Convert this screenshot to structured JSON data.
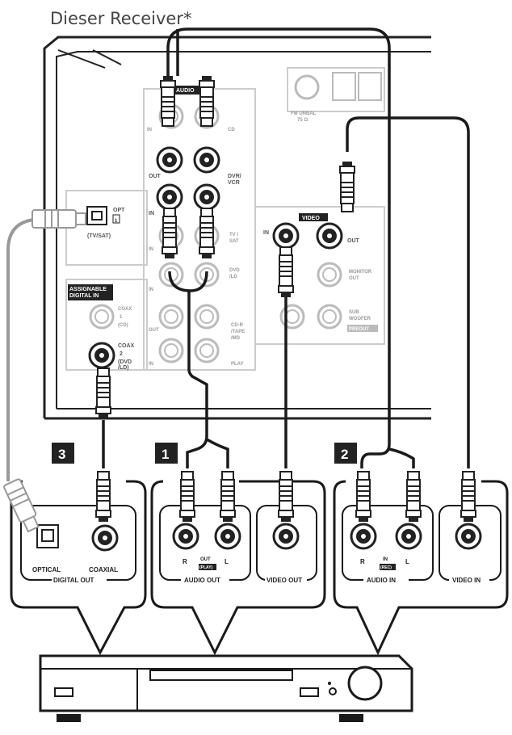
{
  "title": "Dieser Receiver*",
  "receiver": {
    "audio_header": "AUDIO",
    "video_header": "VIDEO",
    "assignable_header": "ASSIGNABLE\nDIGITAL IN",
    "labels": {
      "in": "IN",
      "out": "OUT",
      "cd": "CD",
      "dvd_vcr": "DVR/\nVCR",
      "tv_sat": "TV /\nSAT",
      "dvd_ld": "DVD\n/LD",
      "cd_r": "CD-R\n/TAPE\n/MD",
      "play": "PLAY",
      "opt": "OPT",
      "opt_num": "1",
      "opt_sub": "(TV/SAT)",
      "coax1": "COAX",
      "coax1_num": "1",
      "coax1_sub": "(CD)",
      "coax2": "COAX",
      "coax2_num": "2",
      "coax2_sub": "(DVD\n/LD)",
      "fm": "FM UNBAL\n75 Ω",
      "video_in": "IN",
      "video_out": "OUT",
      "monitor_out": "MONITOR\nOUT",
      "sub_woofer": "SUB\nWOOFER",
      "preout": "PREOUT"
    }
  },
  "panels": [
    {
      "number": "3",
      "jacks": [
        {
          "label": "OPTICAL"
        },
        {
          "label": "COAXIAL"
        }
      ],
      "caption": "DIGITAL OUT"
    },
    {
      "number": "1",
      "jacks": [
        {
          "label": "R"
        },
        {
          "label": "L"
        }
      ],
      "middle_label": "OUT",
      "middle_sub": "(PLAY)",
      "caption": "AUDIO OUT",
      "video_caption": "VIDEO OUT"
    },
    {
      "number": "2",
      "jacks": [
        {
          "label": "R"
        },
        {
          "label": "L"
        }
      ],
      "middle_label": "IN",
      "middle_sub": "(REC)",
      "caption": "AUDIO IN",
      "video_caption": "VIDEO IN"
    }
  ],
  "colors": {
    "line": "#1a1a1a",
    "panel_gray": "#bbbbbb",
    "badge": "#1a1a1a"
  }
}
